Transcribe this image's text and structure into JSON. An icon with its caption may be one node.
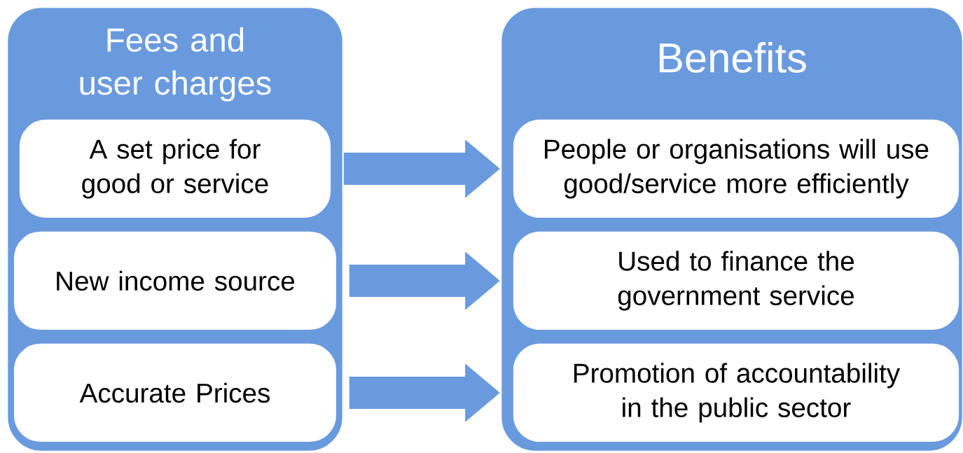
{
  "diagram": {
    "nodes": [
      {
        "text": [
          "Fees and user charges"
        ]
      },
      {
        "text": [
          "A set price for good or service"
        ],
        "in": 0
      },
      {
        "text": [
          "New income source"
        ],
        "in": 0
      },
      {
        "text": [
          "Accurate Prices"
        ],
        "in": 0
      },
      {
        "text": [
          "Benefits"
        ]
      },
      {
        "text": [
          "People or organisations will use good/service more efficiently"
        ],
        "in": 4
      },
      {
        "text": [
          "Used to finance the government service"
        ],
        "in": 4
      },
      {
        "text": [
          "Promotion of accountability in the public sector"
        ],
        "in": 4
      }
    ],
    "edges": [
      {
        "from": 1,
        "to": 5,
        "arrow": "to"
      },
      {
        "from": 2,
        "to": 6,
        "arrow": "to"
      },
      {
        "from": 3,
        "to": 7,
        "arrow": "to"
      }
    ]
  }
}
